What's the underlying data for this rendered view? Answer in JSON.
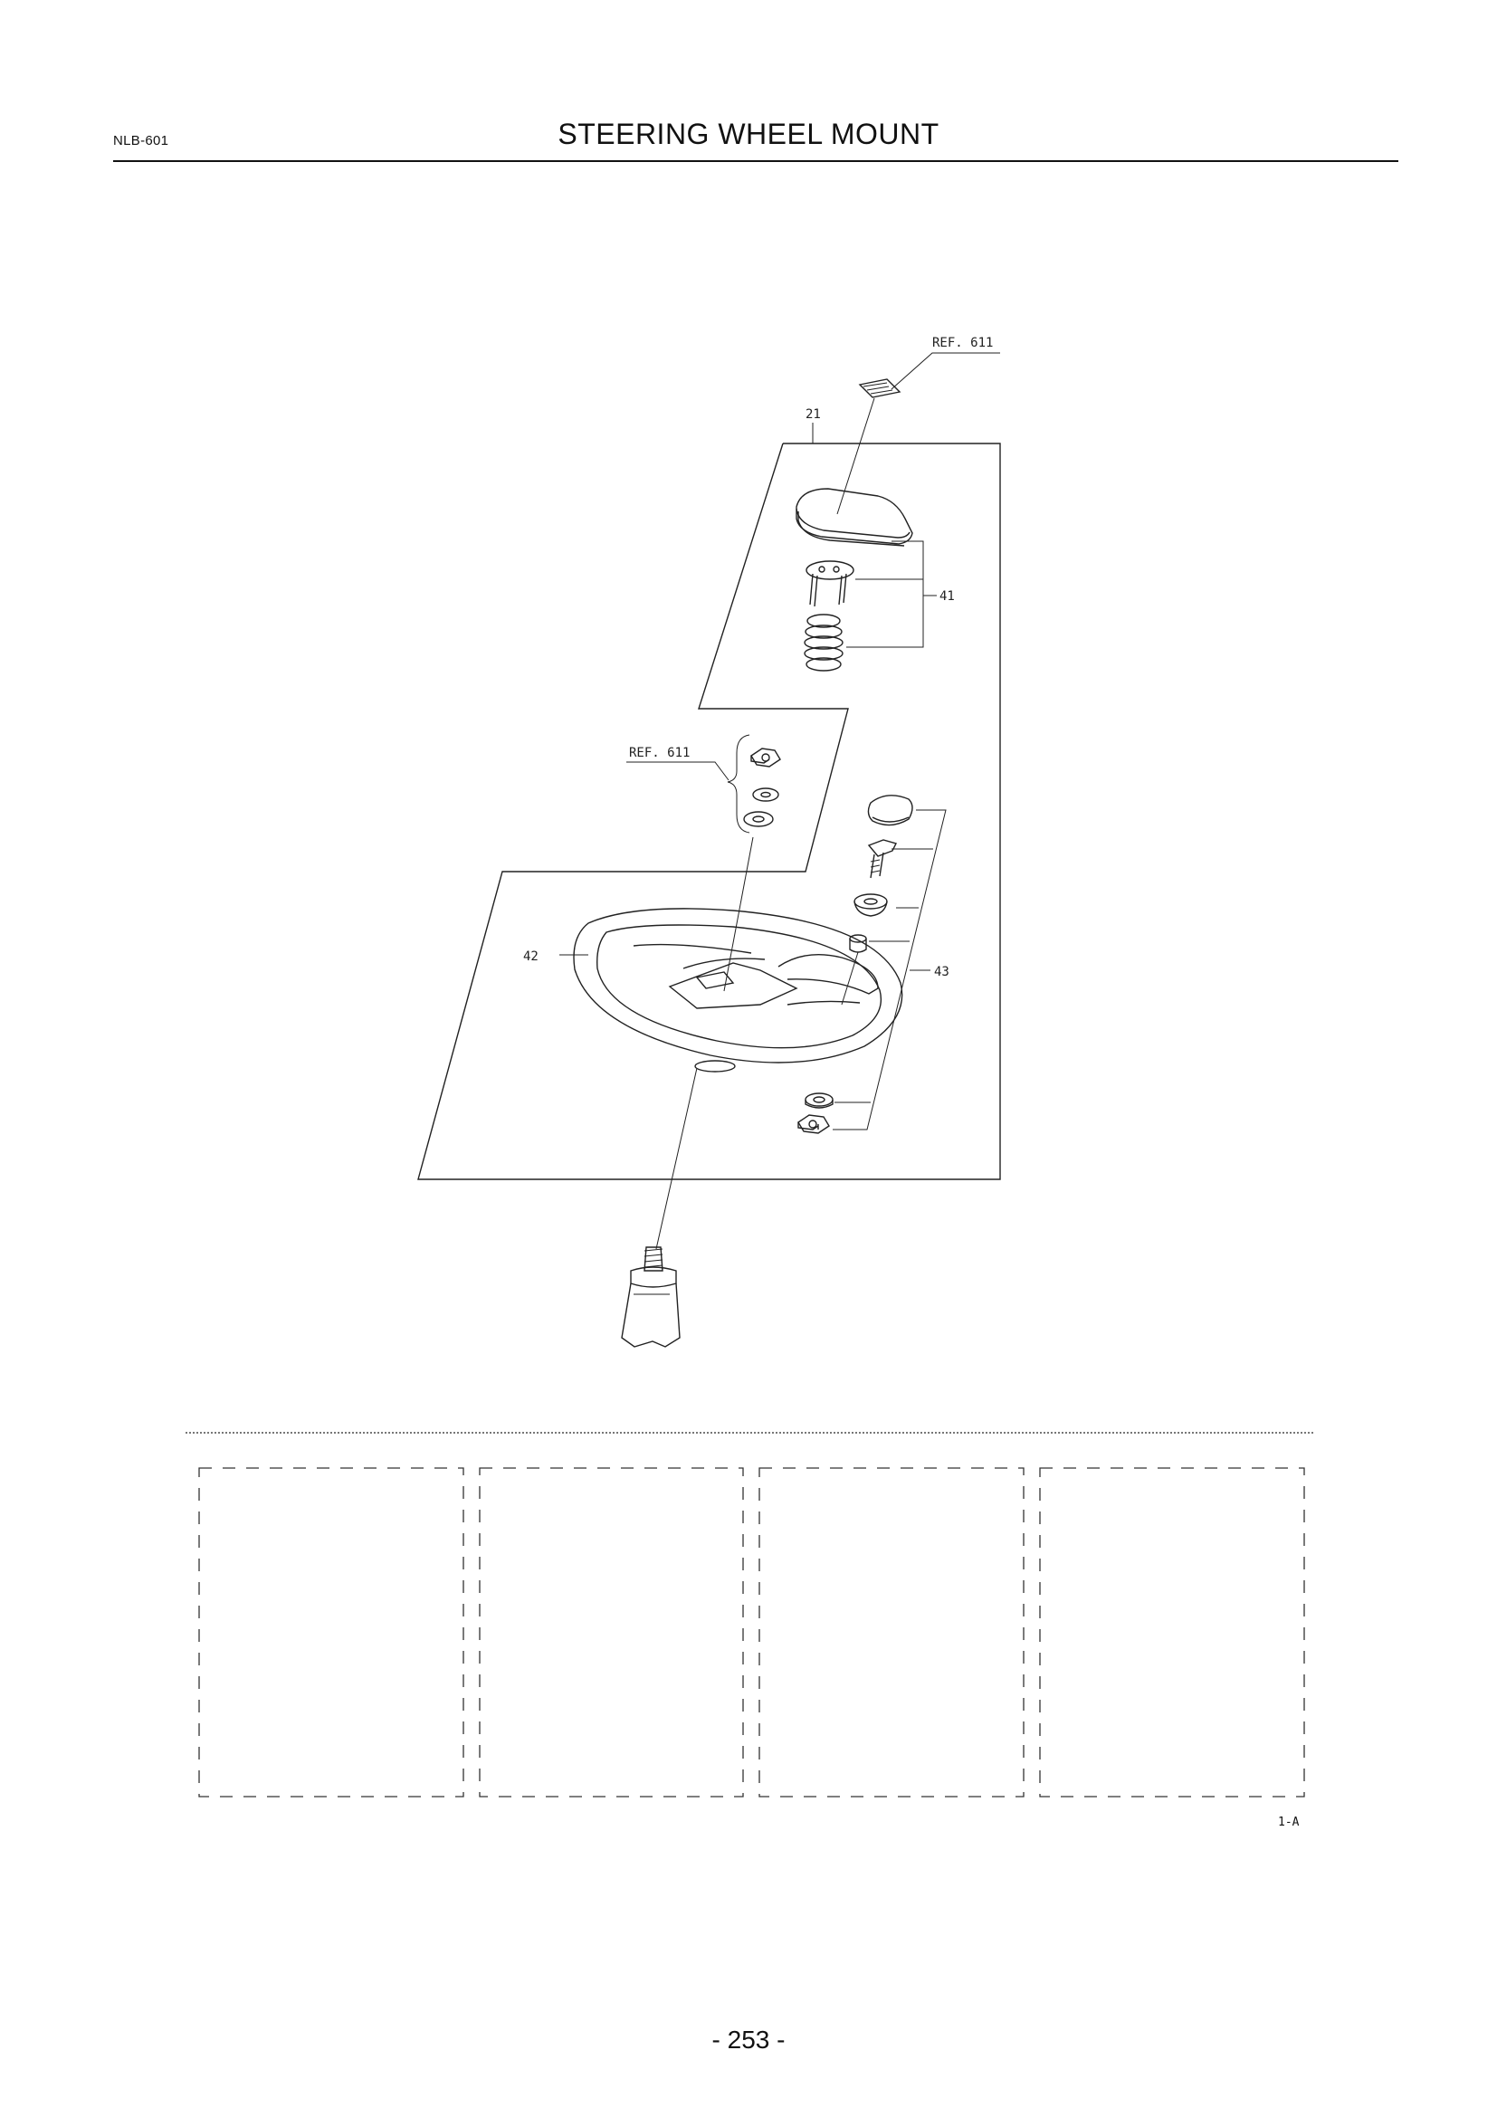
{
  "header": {
    "page_code": "NLB-601",
    "title": "STEERING WHEEL MOUNT"
  },
  "diagram": {
    "callouts": [
      {
        "id": "ref-top",
        "text": "REF. 611"
      },
      {
        "id": "part-21",
        "text": "21"
      },
      {
        "id": "part-41",
        "text": "41"
      },
      {
        "id": "ref-mid",
        "text": "REF. 611"
      },
      {
        "id": "part-42",
        "text": "42"
      },
      {
        "id": "part-43",
        "text": "43"
      }
    ]
  },
  "notes_boxes": {
    "count": 4,
    "sheet_code": "1-A"
  },
  "footer": {
    "page_number": "- 253 -"
  }
}
